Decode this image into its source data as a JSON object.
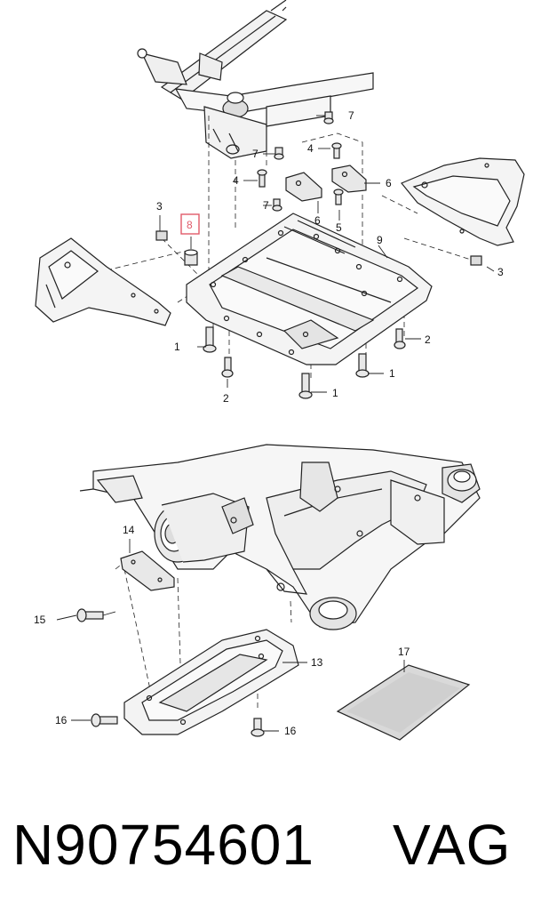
{
  "callouts": {
    "c1a": "1",
    "c1b": "1",
    "c1c": "1",
    "c2a": "2",
    "c2b": "2",
    "c3a": "3",
    "c3b": "3",
    "c4a": "4",
    "c4b": "4",
    "c5": "5",
    "c6a": "6",
    "c6b": "6",
    "c7a": "7",
    "c7b": "7",
    "c7c": "7",
    "c8": "8",
    "c9": "9",
    "c13": "13",
    "c14": "14",
    "c15": "15",
    "c16a": "16",
    "c16b": "16",
    "c17": "17"
  },
  "highlight_color": "#e05a6a",
  "footer": {
    "part_number": "N90754601",
    "brand": "VAG"
  }
}
